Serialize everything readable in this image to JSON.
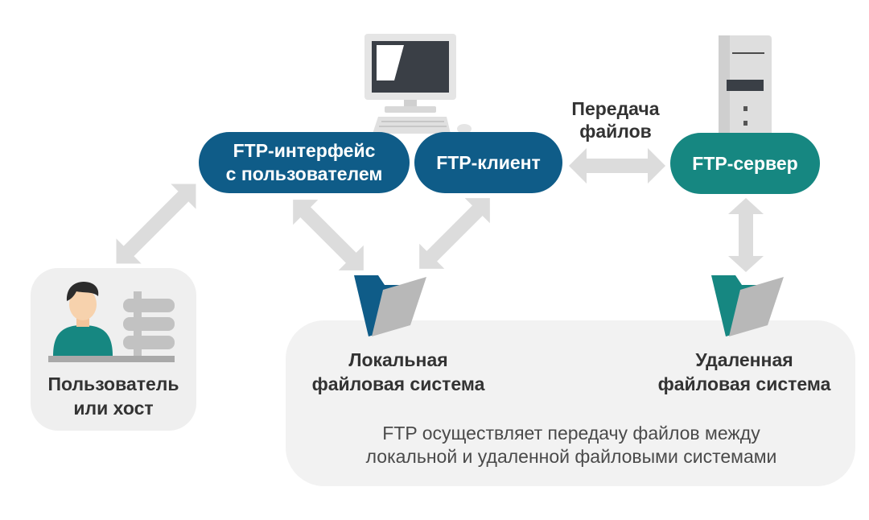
{
  "nodes": {
    "ftp_interface": [
      "FTP-интерфейс",
      "с пользователем"
    ],
    "ftp_client": "FTP-клиент",
    "ftp_server": "FTP-сервер",
    "user": [
      "Пользователь",
      "или хост"
    ],
    "local_fs": [
      "Локальная",
      "файловая система"
    ],
    "remote_fs": [
      "Удаленная",
      "файловая система"
    ]
  },
  "transfer_label": [
    "Передача",
    "файлов"
  ],
  "description": [
    "FTP осуществляет передачу файлов между",
    "локальной и удаленной файловыми системами"
  ],
  "colors": {
    "client_blue": "#0f5c88",
    "server_teal": "#168781",
    "arrow_gray": "#dcdcdc",
    "panel_gray": "#efefef",
    "text_dark": "#333333"
  },
  "icons": [
    "computer-icon",
    "server-icon",
    "user-icon",
    "folder-icon"
  ]
}
